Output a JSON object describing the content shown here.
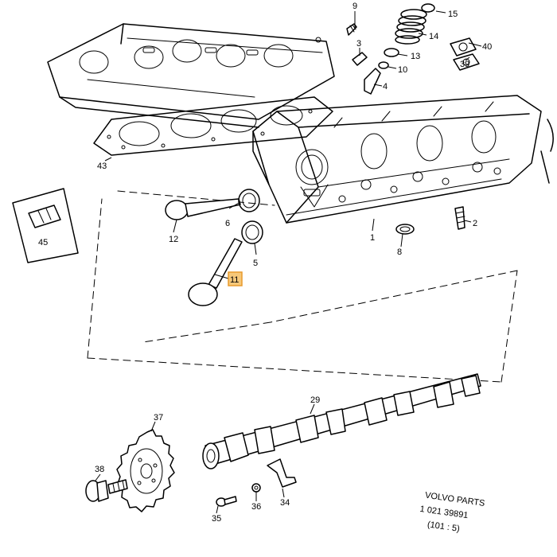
{
  "diagram": {
    "highlight_color": "#f6c87a",
    "parts": [
      {
        "id": "p9",
        "label": "9"
      },
      {
        "id": "p15",
        "label": "15"
      },
      {
        "id": "p14",
        "label": "14"
      },
      {
        "id": "p3",
        "label": "3"
      },
      {
        "id": "p13",
        "label": "13"
      },
      {
        "id": "p10",
        "label": "10"
      },
      {
        "id": "p40",
        "label": "40"
      },
      {
        "id": "p39",
        "label": "39"
      },
      {
        "id": "p4",
        "label": "4"
      },
      {
        "id": "p43",
        "label": "43"
      },
      {
        "id": "p45",
        "label": "45"
      },
      {
        "id": "p6",
        "label": "6"
      },
      {
        "id": "p12",
        "label": "12"
      },
      {
        "id": "p5",
        "label": "5"
      },
      {
        "id": "p11",
        "label": "11",
        "highlighted": true
      },
      {
        "id": "p1",
        "label": "1"
      },
      {
        "id": "p2",
        "label": "2"
      },
      {
        "id": "p8",
        "label": "8"
      },
      {
        "id": "p29",
        "label": "29"
      },
      {
        "id": "p37",
        "label": "37"
      },
      {
        "id": "p38",
        "label": "38"
      },
      {
        "id": "p35",
        "label": "35"
      },
      {
        "id": "p36",
        "label": "36"
      },
      {
        "id": "p34",
        "label": "34"
      }
    ],
    "caption": {
      "line1": "VOLVO PARTS",
      "line2": "1 021  39891",
      "line3": "(101 : 5)"
    }
  }
}
